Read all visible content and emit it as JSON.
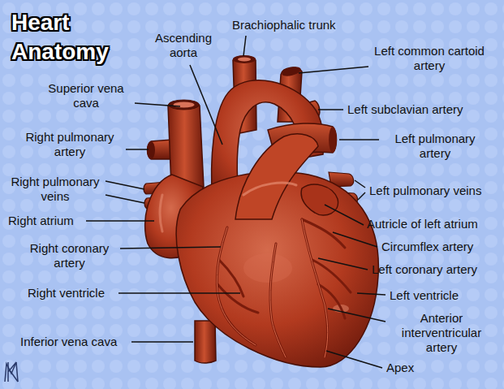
{
  "diagram": {
    "title": "Heart Anatomy",
    "labels": [
      "Brachiophalic trunk",
      "Ascending aorta",
      "Left common cartoid artery",
      "Superior vena cava",
      "Left subclavian artery",
      "Right pulmonary artery",
      "Left pulmonary artery",
      "Right pulmonary veins",
      "Left pulmonary veins",
      "Right atrium",
      "Autricle of left atrium",
      "Circumflex artery",
      "Right coronary artery",
      "Left coronary artery",
      "Right ventricle",
      "Left ventricle",
      "Inferior vena cava",
      "Anterior interventricular artery",
      "Apex"
    ]
  }
}
